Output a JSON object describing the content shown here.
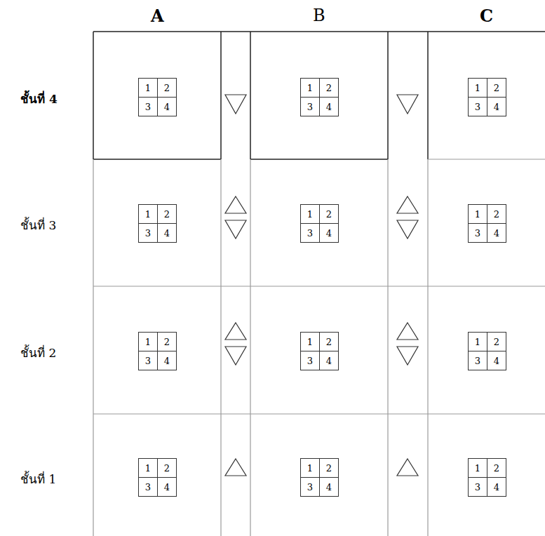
{
  "diagram": {
    "nodes": [
      {
        "text": [
          "1",
          "2",
          "3",
          "4"
        ]
      },
      {
        "text": [
          "1",
          "2",
          "3",
          "4"
        ]
      },
      {
        "text": [
          "1",
          "2",
          "3",
          "4"
        ]
      },
      {
        "text": [
          "1",
          "2",
          "3",
          "4"
        ]
      },
      {
        "text": [
          "1",
          "2",
          "3",
          "4"
        ]
      },
      {
        "text": [
          "1",
          "2",
          "3",
          "4"
        ]
      },
      {
        "text": [
          "1",
          "2",
          "3",
          "4"
        ]
      },
      {
        "text": [
          "1",
          "2",
          "3",
          "4"
        ]
      },
      {
        "text": [
          "1",
          "2",
          "3",
          "4"
        ]
      },
      {
        "text": [
          "1",
          "2",
          "3",
          "4"
        ]
      },
      {
        "text": [
          "1",
          "2",
          "3",
          "4"
        ]
      },
      {
        "text": [
          "1",
          "2",
          "3",
          "4"
        ]
      }
    ],
    "labels": [
      "A",
      "B",
      "C",
      "ชั้นที่ 4",
      "ชั้นที่ 3",
      "ชั้นที่ 2",
      "ชั้นที่ 1"
    ]
  }
}
